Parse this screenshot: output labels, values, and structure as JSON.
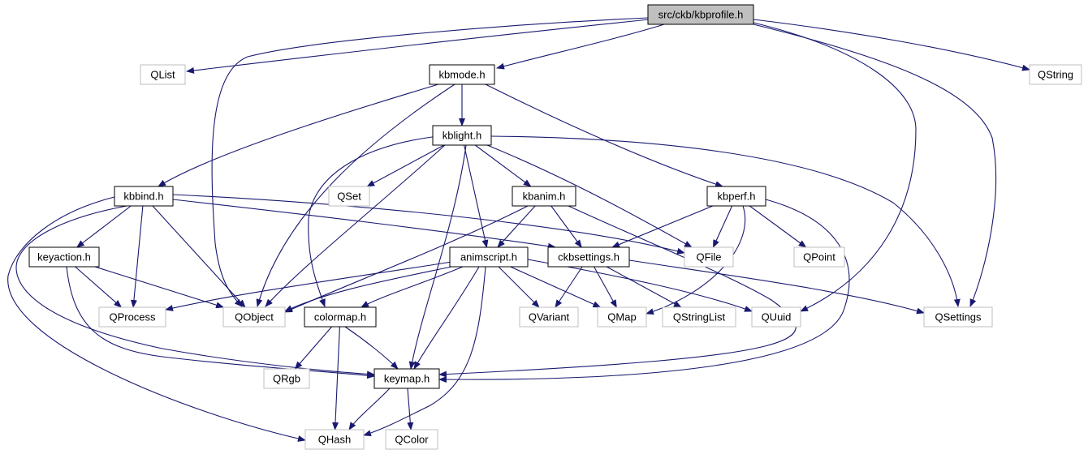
{
  "colors": {
    "edge": "#191970",
    "root_fill": "#bfbfbf",
    "internal_border": "#000000",
    "external_border": "#bfbfbf",
    "background": "#ffffff"
  },
  "nodes": [
    {
      "id": "kbprofile",
      "label": "src/ckb/kbprofile.h",
      "kind": "root"
    },
    {
      "id": "qlist",
      "label": "QList",
      "kind": "external"
    },
    {
      "id": "kbmode",
      "label": "kbmode.h",
      "kind": "internal"
    },
    {
      "id": "qstring",
      "label": "QString",
      "kind": "external"
    },
    {
      "id": "kblight",
      "label": "kblight.h",
      "kind": "internal"
    },
    {
      "id": "kbbind",
      "label": "kbbind.h",
      "kind": "internal"
    },
    {
      "id": "qset",
      "label": "QSet",
      "kind": "external"
    },
    {
      "id": "kbanim",
      "label": "kbanim.h",
      "kind": "internal"
    },
    {
      "id": "kbperf",
      "label": "kbperf.h",
      "kind": "internal"
    },
    {
      "id": "keyaction",
      "label": "keyaction.h",
      "kind": "internal"
    },
    {
      "id": "animscript",
      "label": "animscript.h",
      "kind": "internal"
    },
    {
      "id": "ckbsettings",
      "label": "ckbsettings.h",
      "kind": "internal"
    },
    {
      "id": "qfile",
      "label": "QFile",
      "kind": "external"
    },
    {
      "id": "qpoint",
      "label": "QPoint",
      "kind": "external"
    },
    {
      "id": "qprocess",
      "label": "QProcess",
      "kind": "external"
    },
    {
      "id": "qobject",
      "label": "QObject",
      "kind": "external"
    },
    {
      "id": "colormap",
      "label": "colormap.h",
      "kind": "internal"
    },
    {
      "id": "qvariant",
      "label": "QVariant",
      "kind": "external"
    },
    {
      "id": "qmap",
      "label": "QMap",
      "kind": "external"
    },
    {
      "id": "qstringlist",
      "label": "QStringList",
      "kind": "external"
    },
    {
      "id": "quuid",
      "label": "QUuid",
      "kind": "external"
    },
    {
      "id": "qsettings",
      "label": "QSettings",
      "kind": "external"
    },
    {
      "id": "qrgb",
      "label": "QRgb",
      "kind": "external"
    },
    {
      "id": "keymap",
      "label": "keymap.h",
      "kind": "internal"
    },
    {
      "id": "qhash",
      "label": "QHash",
      "kind": "external"
    },
    {
      "id": "qcolor",
      "label": "QColor",
      "kind": "external"
    }
  ],
  "edges": [
    [
      "kbprofile",
      "qlist"
    ],
    [
      "kbprofile",
      "kbmode"
    ],
    [
      "kbprofile",
      "qobject"
    ],
    [
      "kbprofile",
      "qstring"
    ],
    [
      "kbprofile",
      "quuid"
    ],
    [
      "kbprofile",
      "qsettings"
    ],
    [
      "kbmode",
      "kblight"
    ],
    [
      "kbmode",
      "kbbind"
    ],
    [
      "kbmode",
      "kbperf"
    ],
    [
      "kbmode",
      "qobject"
    ],
    [
      "kblight",
      "qset"
    ],
    [
      "kblight",
      "kbanim"
    ],
    [
      "kblight",
      "animscript"
    ],
    [
      "kblight",
      "colormap"
    ],
    [
      "kblight",
      "keymap"
    ],
    [
      "kblight",
      "qobject"
    ],
    [
      "kblight",
      "qfile"
    ],
    [
      "kblight",
      "qsettings"
    ],
    [
      "kbbind",
      "keyaction"
    ],
    [
      "kbbind",
      "qprocess"
    ],
    [
      "kbbind",
      "qobject"
    ],
    [
      "kbbind",
      "keymap"
    ],
    [
      "kbbind",
      "ckbsettings"
    ],
    [
      "kbbind",
      "qfile"
    ],
    [
      "kbbind",
      "qhash"
    ],
    [
      "kbanim",
      "animscript"
    ],
    [
      "kbanim",
      "ckbsettings"
    ],
    [
      "kbanim",
      "qobject"
    ],
    [
      "kbanim",
      "keymap"
    ],
    [
      "kbperf",
      "ckbsettings"
    ],
    [
      "kbperf",
      "qfile"
    ],
    [
      "kbperf",
      "qpoint"
    ],
    [
      "kbperf",
      "qmap"
    ],
    [
      "kbperf",
      "keymap"
    ],
    [
      "keyaction",
      "qprocess"
    ],
    [
      "keyaction",
      "qobject"
    ],
    [
      "keyaction",
      "keymap"
    ],
    [
      "animscript",
      "qprocess"
    ],
    [
      "animscript",
      "qobject"
    ],
    [
      "animscript",
      "colormap"
    ],
    [
      "animscript",
      "keymap"
    ],
    [
      "animscript",
      "qvariant"
    ],
    [
      "animscript",
      "qmap"
    ],
    [
      "animscript",
      "quuid"
    ],
    [
      "animscript",
      "qhash"
    ],
    [
      "ckbsettings",
      "qvariant"
    ],
    [
      "ckbsettings",
      "qmap"
    ],
    [
      "ckbsettings",
      "qstringlist"
    ],
    [
      "ckbsettings",
      "qsettings"
    ],
    [
      "colormap",
      "qrgb"
    ],
    [
      "colormap",
      "keymap"
    ],
    [
      "colormap",
      "qhash"
    ],
    [
      "keymap",
      "qhash"
    ],
    [
      "keymap",
      "qcolor"
    ]
  ]
}
